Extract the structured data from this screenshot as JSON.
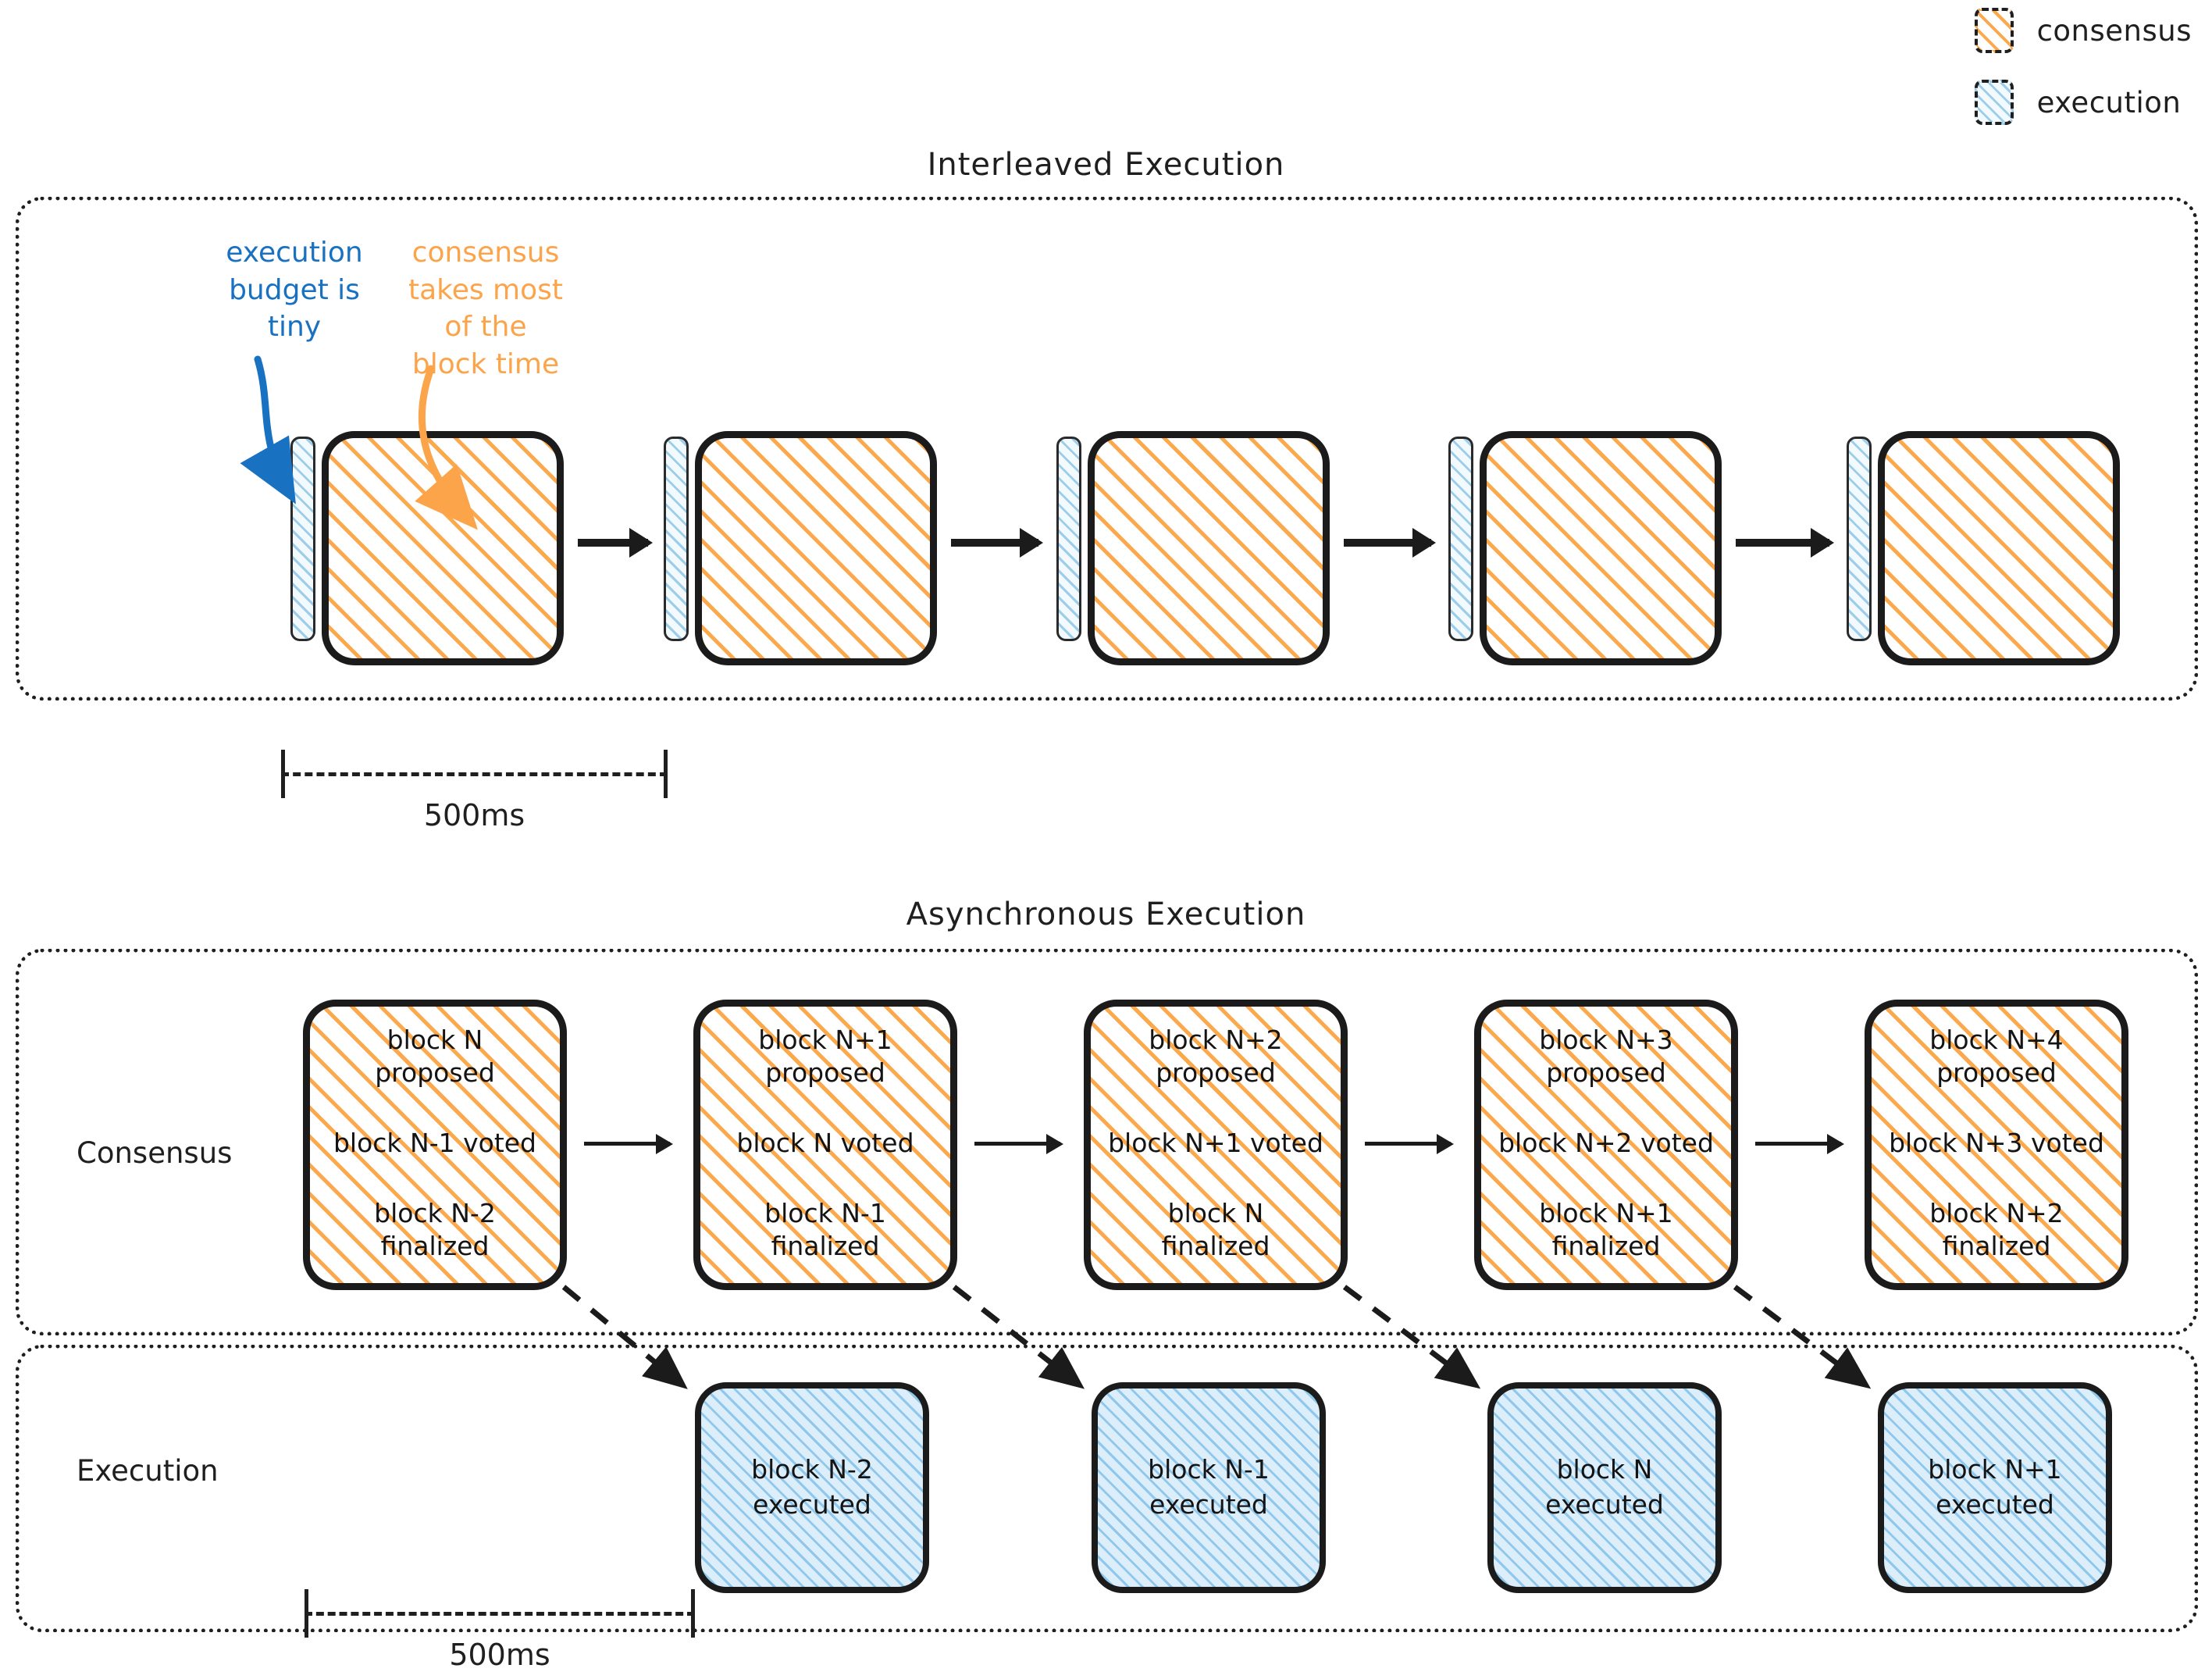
{
  "legend": {
    "items": [
      {
        "label": "consensus",
        "icon": "consensus-hatch-swatch",
        "color": "#fca94d"
      },
      {
        "label": "execution",
        "icon": "execution-hatch-swatch",
        "color": "#9ccdeb"
      }
    ]
  },
  "colors": {
    "consensus": "#fca94d",
    "execution": "#9ccdeb",
    "annotation_blue": "#1971c2",
    "annotation_orange": "#fca44a",
    "stroke": "#1b1b1b"
  },
  "interleaved": {
    "title": "Interleaved Execution",
    "annotations": [
      {
        "id": "execution-budget",
        "text": "execution\nbudget is\ntiny",
        "color": "#1971c2"
      },
      {
        "id": "consensus-share",
        "text": "consensus\ntakes most\nof the\nblock time",
        "color": "#fca44a"
      }
    ],
    "slots": [
      {
        "execution": "execution-sliver",
        "consensus": "consensus-block"
      },
      {
        "execution": "execution-sliver",
        "consensus": "consensus-block"
      },
      {
        "execution": "execution-sliver",
        "consensus": "consensus-block"
      },
      {
        "execution": "execution-sliver",
        "consensus": "consensus-block"
      },
      {
        "execution": "execution-sliver",
        "consensus": "consensus-block"
      }
    ],
    "scale_label": "500ms"
  },
  "async": {
    "title": "Asynchronous Execution",
    "row_labels": {
      "consensus": "Consensus",
      "execution": "Execution"
    },
    "consensus_blocks": [
      {
        "proposed": "block N\nproposed",
        "voted": "block N-1 voted",
        "finalized": "block N-2\nfinalized"
      },
      {
        "proposed": "block N+1\nproposed",
        "voted": "block N voted",
        "finalized": "block N-1\nfinalized"
      },
      {
        "proposed": "block N+2\nproposed",
        "voted": "block N+1 voted",
        "finalized": "block N\nfinalized"
      },
      {
        "proposed": "block N+3\nproposed",
        "voted": "block N+2 voted",
        "finalized": "block N+1\nfinalized"
      },
      {
        "proposed": "block N+4\nproposed",
        "voted": "block N+3 voted",
        "finalized": "block N+2\nfinalized"
      }
    ],
    "execution_blocks": [
      {
        "text": "block N-2\nexecuted"
      },
      {
        "text": "block N-1\nexecuted"
      },
      {
        "text": "block N\nexecuted"
      },
      {
        "text": "block N+1\nexecuted"
      }
    ],
    "scale_label": "500ms"
  }
}
